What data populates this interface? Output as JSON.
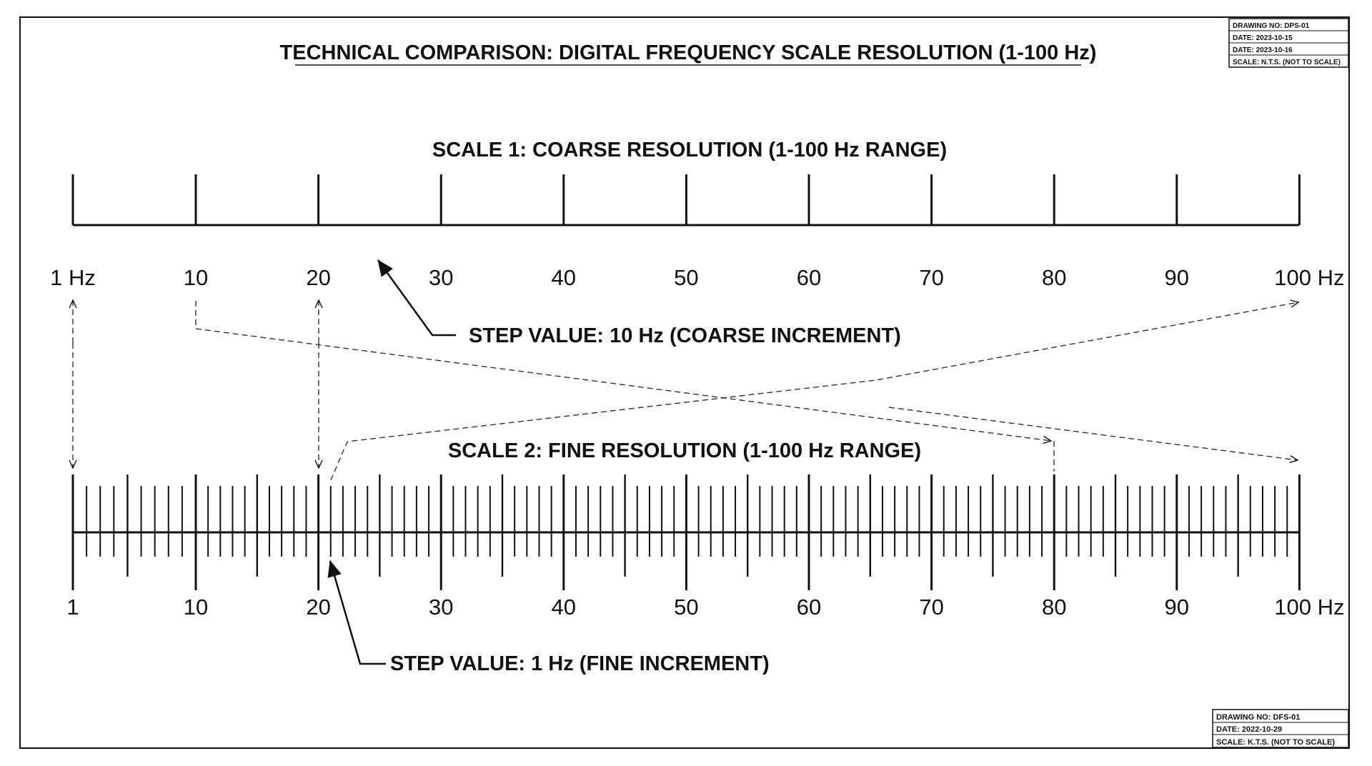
{
  "title": "TECHNICAL COMPARISON: DIGITAL FREQUENCY SCALE RESOLUTION (1-100 Hz)",
  "title_block_top": {
    "rows": [
      "DRAWING NO: DPS-01",
      "DATE: 2023-10-15",
      "DATE: 2023-10-16",
      "SCALE: N.T.S. (NOT TO SCALE)"
    ]
  },
  "title_block_bottom": {
    "rows": [
      "DRAWING NO: DFS-01",
      "DATE: 2022-10-29",
      "SCALE: K.T.S. (NOT TO SCALE)"
    ]
  },
  "scale1": {
    "heading": "SCALE 1: COARSE RESOLUTION (1-100 Hz RANGE)",
    "min": 1,
    "max": 100,
    "major_ticks": [
      1,
      10,
      20,
      30,
      40,
      50,
      60,
      70,
      80,
      90,
      100
    ],
    "tick_labels": [
      "1 Hz",
      "10",
      "20",
      "30",
      "40",
      "50",
      "60",
      "70",
      "80",
      "90",
      "100 Hz"
    ],
    "step_callout": "STEP VALUE: 10 Hz (COARSE INCREMENT)"
  },
  "scale2": {
    "heading": "SCALE 2: FINE RESOLUTION (1-100 Hz RANGE)",
    "min": 1,
    "max": 100,
    "step": 1,
    "major_ticks": [
      1,
      10,
      20,
      30,
      40,
      50,
      60,
      70,
      80,
      90,
      100
    ],
    "mid_ticks": [
      5,
      15,
      25,
      35,
      45,
      55,
      65,
      75,
      85,
      95
    ],
    "tick_labels": [
      "1",
      "10",
      "20",
      "30",
      "40",
      "50",
      "60",
      "70",
      "80",
      "90",
      "100 Hz"
    ],
    "step_callout": "STEP VALUE: 1 Hz (FINE INCREMENT)"
  },
  "colors": {
    "ink": "#111111",
    "paper": "#ffffff"
  }
}
